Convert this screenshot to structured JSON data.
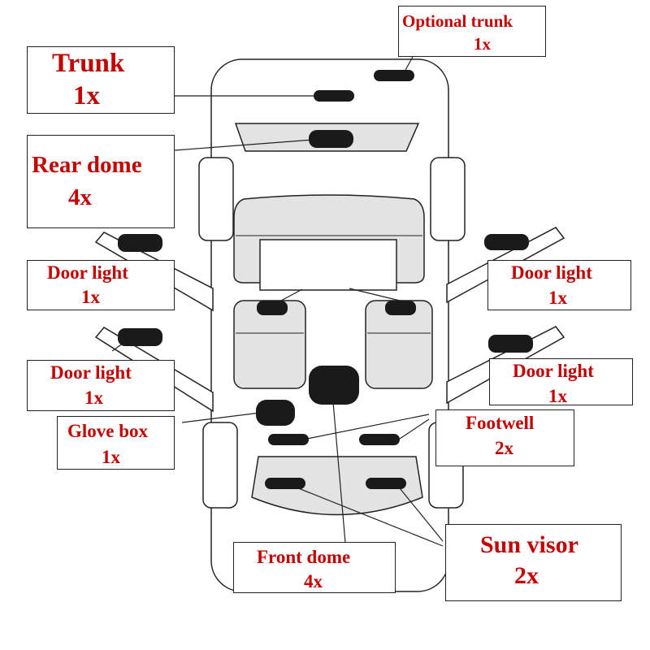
{
  "colors": {
    "label_text": "#c40000",
    "outline": "#222222",
    "seat_fill": "#e3e3e3",
    "lamp_fill": "#1a1a1a"
  },
  "labels": {
    "optional_trunk": {
      "name": "Optional trunk",
      "qty": "1x"
    },
    "trunk": {
      "name": "Trunk",
      "qty": "1x"
    },
    "rear_dome": {
      "name": "Rear dome",
      "qty": "4x"
    },
    "door_light_rear_left": {
      "name": "Door light",
      "qty": "1x"
    },
    "door_light_rear_right": {
      "name": "Door light",
      "qty": "1x"
    },
    "door_light_front_left": {
      "name": "Door light",
      "qty": "1x"
    },
    "door_light_front_right": {
      "name": "Door light",
      "qty": "1x"
    },
    "glove_box": {
      "name": "Glove box",
      "qty": "1x"
    },
    "footwell": {
      "name": "Footwell",
      "qty": "2x"
    },
    "front_dome": {
      "name": "Front dome",
      "qty": "4x"
    },
    "sun_visor": {
      "name": "Sun visor",
      "qty": "2x"
    }
  },
  "icons": [
    "car-top-view-icon",
    "led-bulb-icon"
  ]
}
